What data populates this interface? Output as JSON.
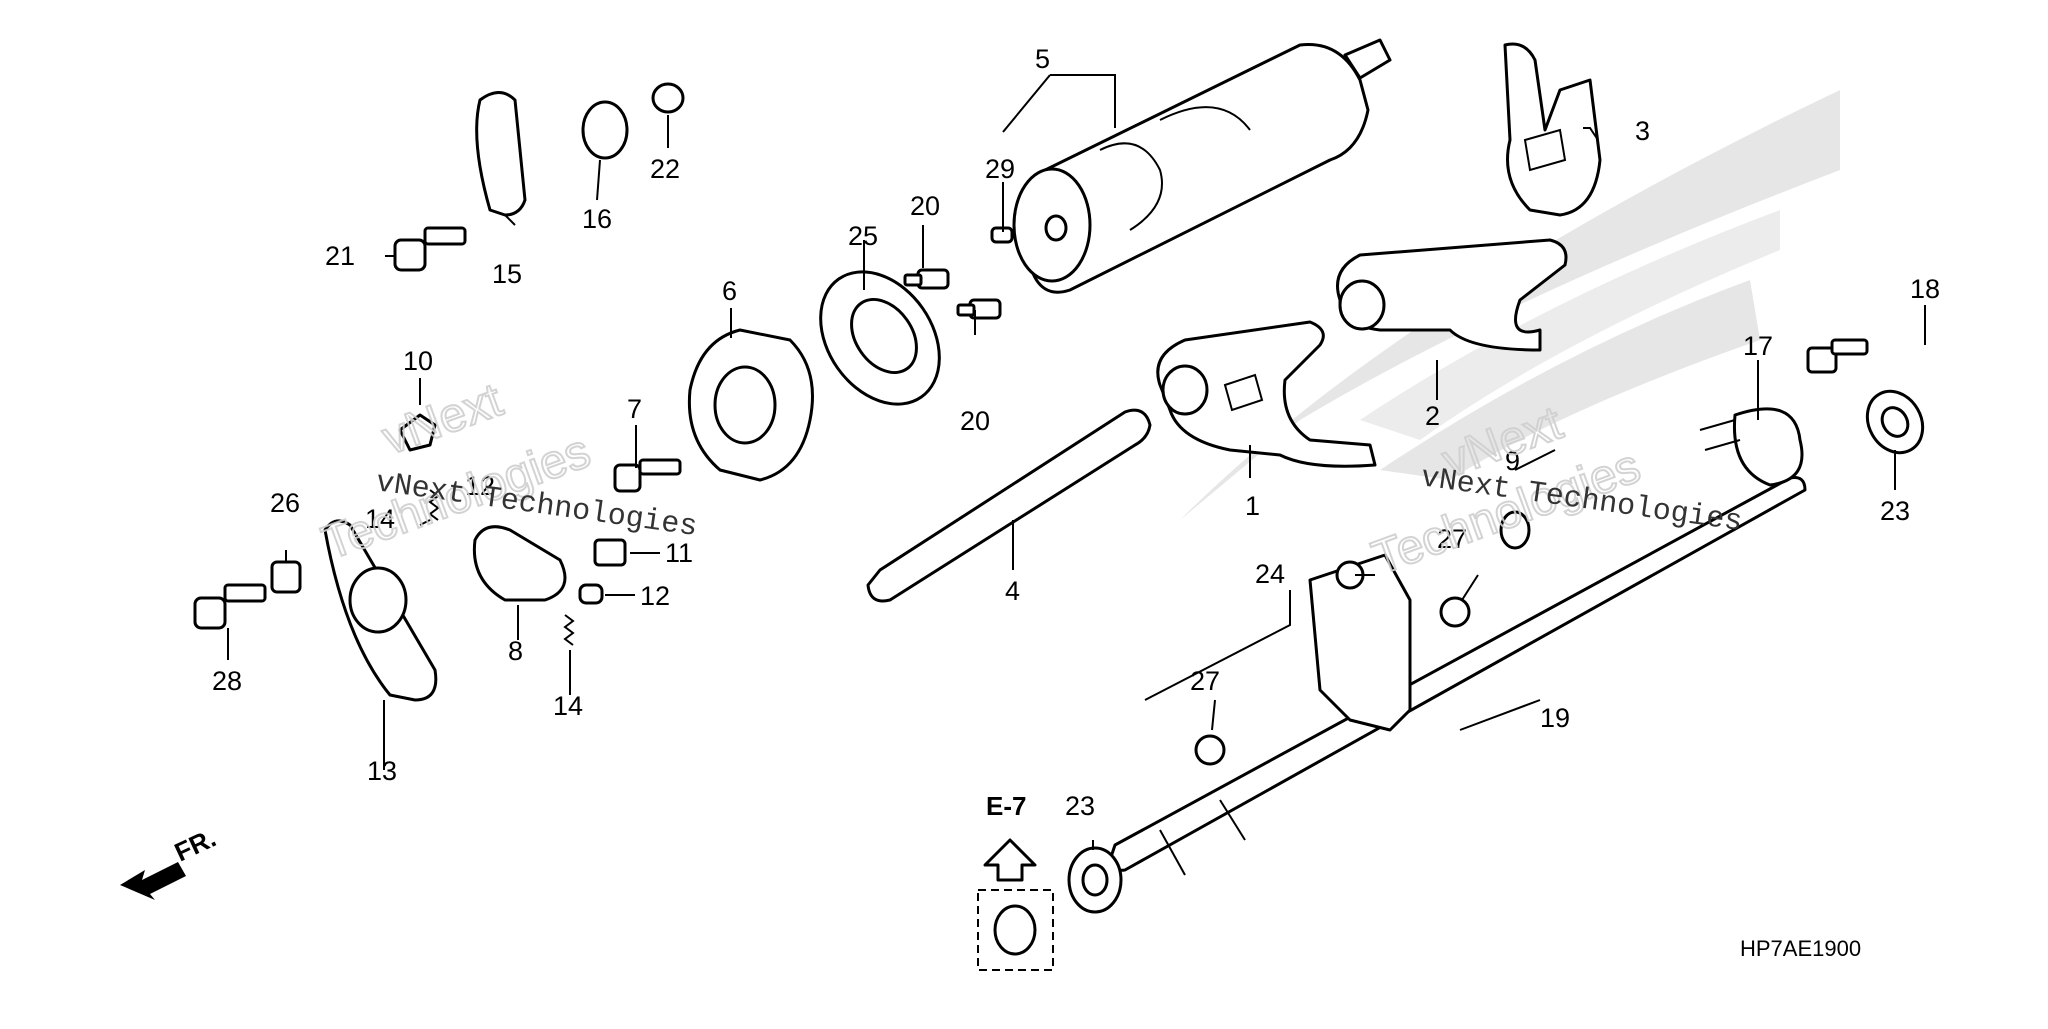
{
  "labels": {
    "l1": "1",
    "l2": "2",
    "l3": "3",
    "l4": "4",
    "l5": "5",
    "l6": "6",
    "l7": "7",
    "l8": "8",
    "l9": "9",
    "l10": "10",
    "l11": "11",
    "l12a": "12",
    "l12b": "12",
    "l13": "13",
    "l14a": "14",
    "l14b": "14",
    "l15": "15",
    "l16": "16",
    "l17": "17",
    "l18": "18",
    "l19": "19",
    "l20a": "20",
    "l20b": "20",
    "l21": "21",
    "l22": "22",
    "l23a": "23",
    "l23b": "23",
    "l24": "24",
    "l25": "25",
    "l26": "26",
    "l27a": "27",
    "l27b": "27",
    "l28": "28",
    "l29": "29"
  },
  "reference": "E-7",
  "front": "FR.",
  "diagram_code": "HP7AE1900",
  "watermark": {
    "brand1": "vNext",
    "brand2": "Technologies",
    "small": "vNext Technologies"
  }
}
